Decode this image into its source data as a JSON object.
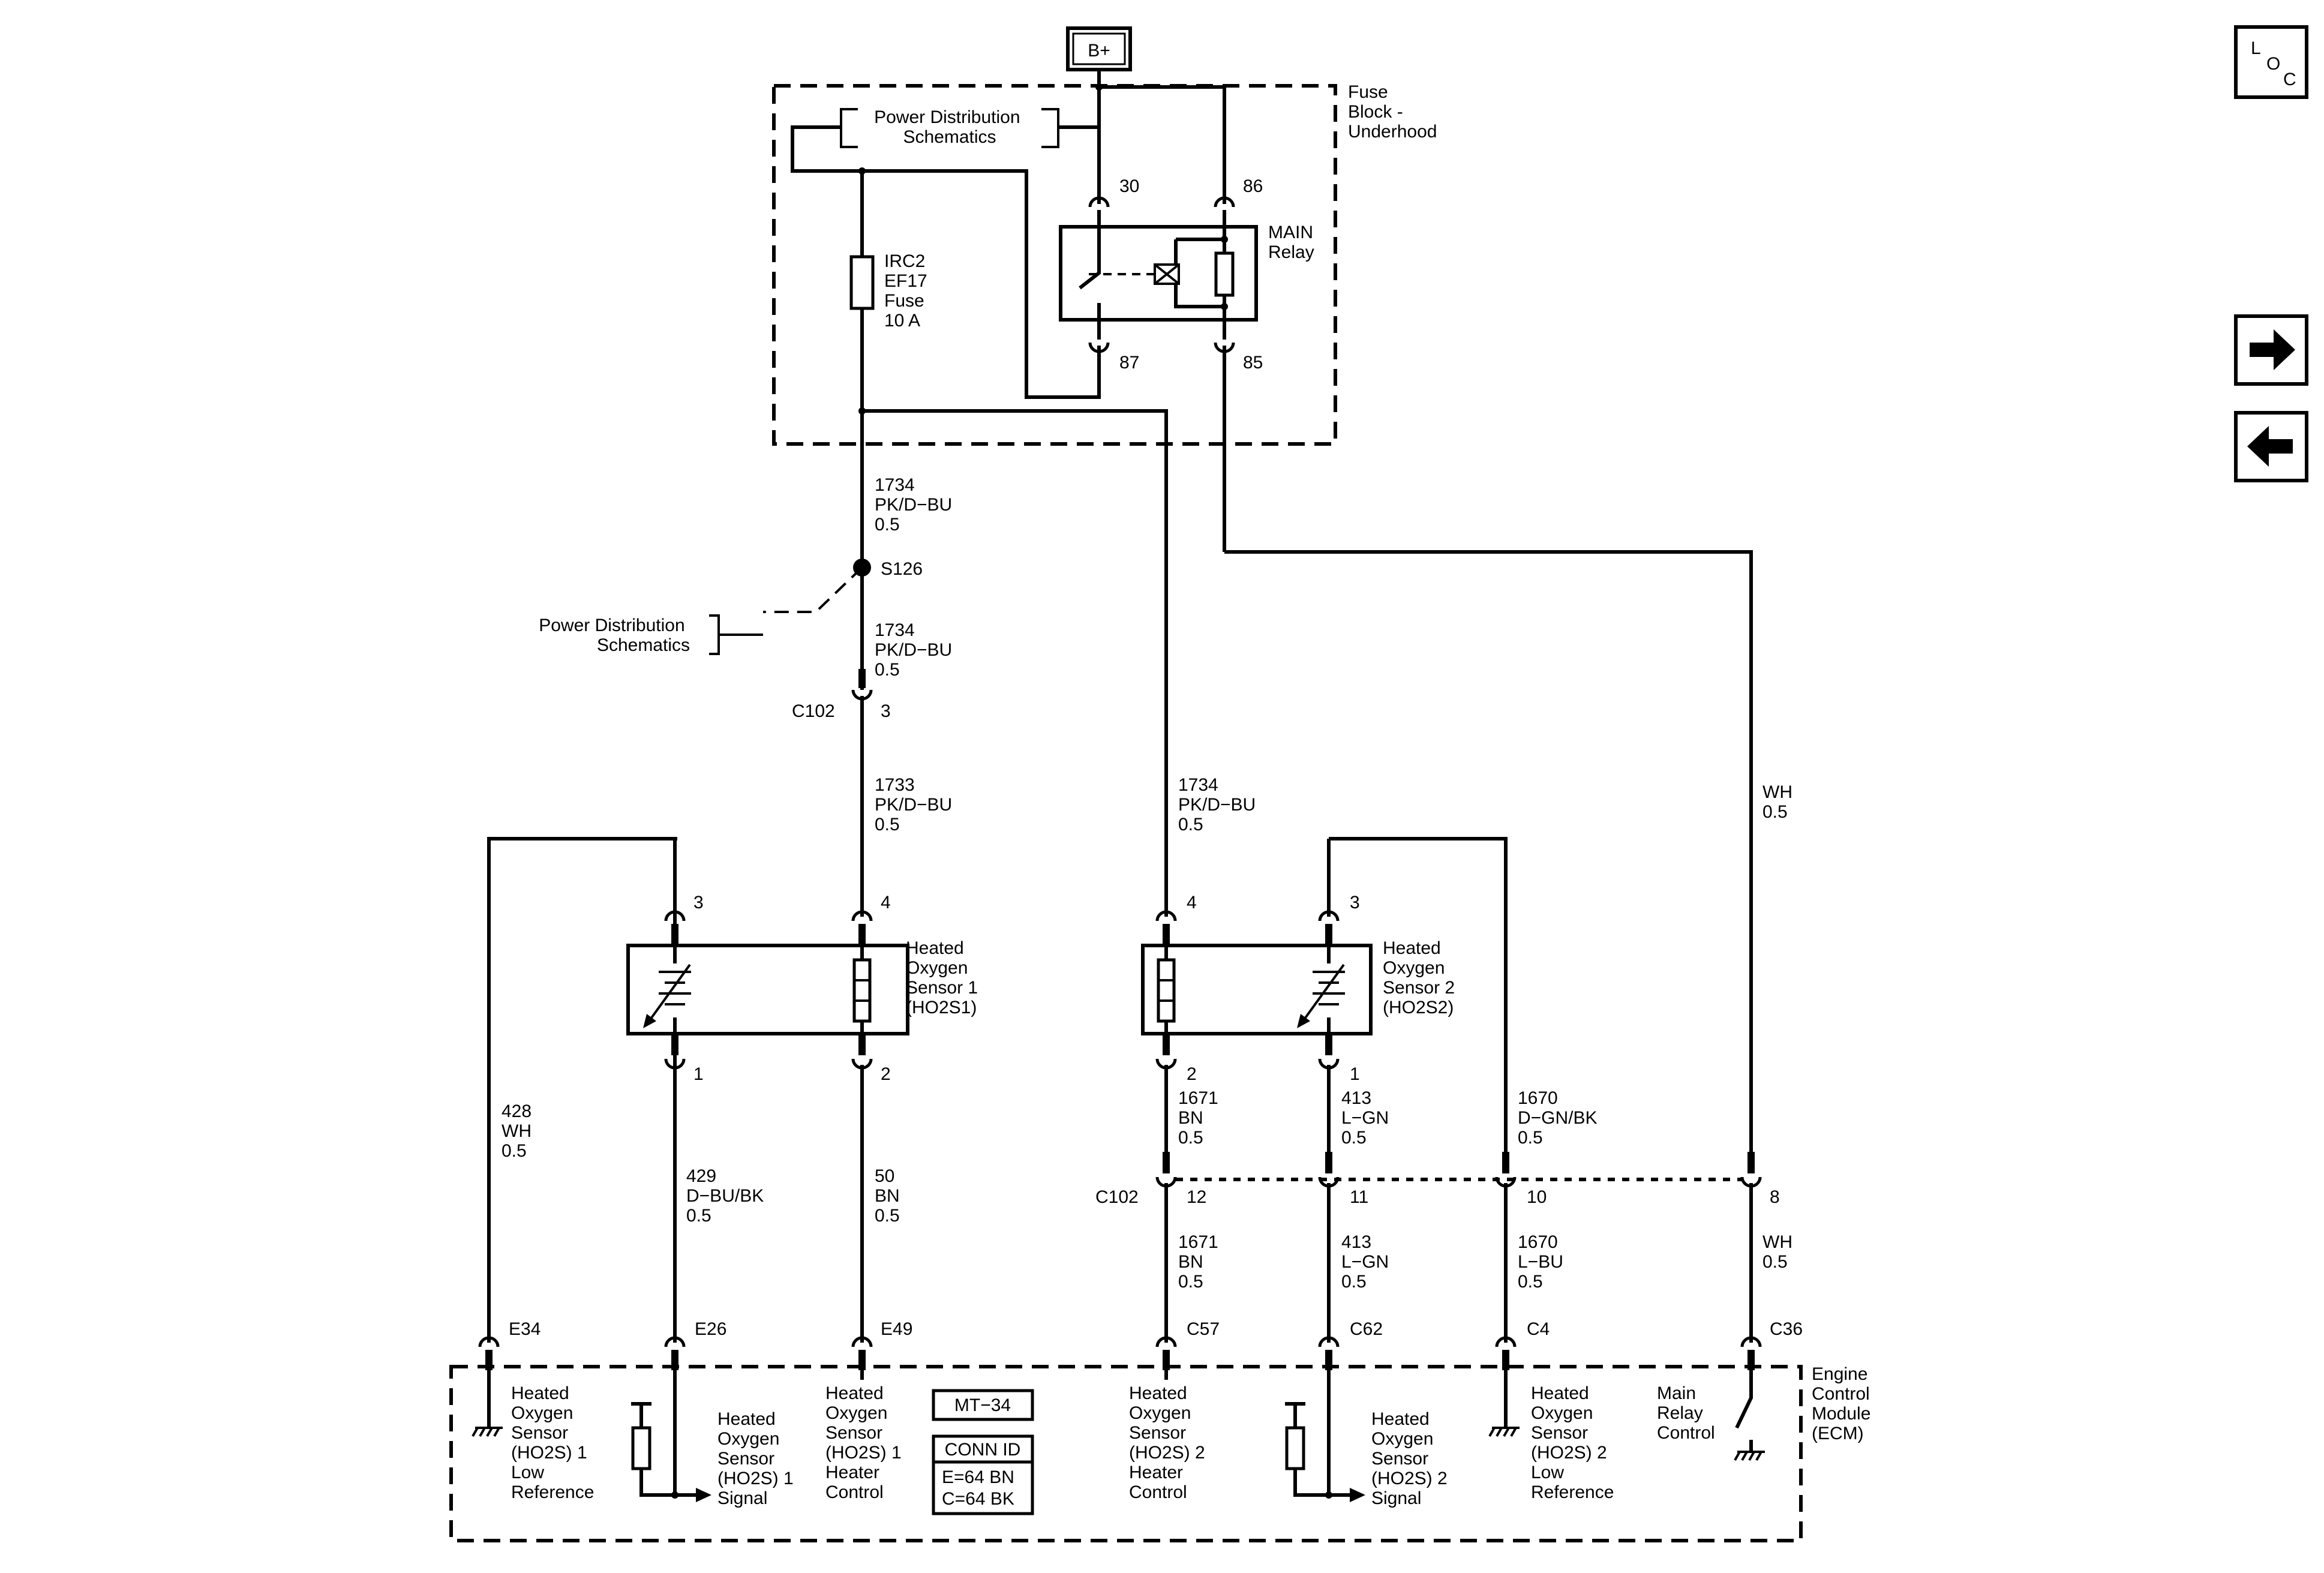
{
  "diagram": {
    "battery_label": "B+",
    "fuse_block_label": [
      "Fuse",
      "Block -",
      "Underhood"
    ],
    "power_dist_label": [
      "Power Distribution",
      "Schematics"
    ],
    "fuse_label": [
      "IRC2",
      "EF17",
      "Fuse",
      "10 A"
    ],
    "relay_label": [
      "MAIN",
      "Relay"
    ],
    "relay_pins": {
      "p30": "30",
      "p86": "86",
      "p87": "87",
      "p85": "85"
    },
    "splice_label": "S126",
    "wires": {
      "w1734a": [
        "1734",
        "PK/D−BU",
        "0.5"
      ],
      "w1734b": [
        "1734",
        "PK/D−BU",
        "0.5"
      ],
      "w1733": [
        "1733",
        "PK/D−BU",
        "0.5"
      ],
      "w1734c": [
        "1734",
        "PK/D−BU",
        "0.5"
      ],
      "wh_top": [
        "WH",
        "0.5"
      ],
      "w428": [
        "428",
        "WH",
        "0.5"
      ],
      "w429": [
        "429",
        "D−BU/BK",
        "0.5"
      ],
      "w50": [
        "50",
        "BN",
        "0.5"
      ],
      "w1671a": [
        "1671",
        "BN",
        "0.5"
      ],
      "w413a": [
        "413",
        "L−GN",
        "0.5"
      ],
      "w1670a": [
        "1670",
        "D−GN/BK",
        "0.5"
      ],
      "w1671b": [
        "1671",
        "BN",
        "0.5"
      ],
      "w413b": [
        "413",
        "L−GN",
        "0.5"
      ],
      "w1670b": [
        "1670",
        "L−BU",
        "0.5"
      ],
      "wh_bot": [
        "WH",
        "0.5"
      ]
    },
    "c102_label": "C102",
    "c102_pins": {
      "p3": "3",
      "p12": "12",
      "p11": "11",
      "p10": "10",
      "p8": "8"
    },
    "sensor1": {
      "label": [
        "Heated",
        "Oxygen",
        "Sensor 1",
        "(HO2S1)"
      ],
      "pin3": "3",
      "pin4": "4",
      "pin1": "1",
      "pin2": "2"
    },
    "sensor2": {
      "label": [
        "Heated",
        "Oxygen",
        "Sensor 2",
        "(HO2S2)"
      ],
      "pin4": "4",
      "pin3": "3",
      "pin2": "2",
      "pin1": "1"
    },
    "ecm_pins": {
      "e34": "E34",
      "e26": "E26",
      "e49": "E49",
      "c57": "C57",
      "c62": "C62",
      "c4": "C4",
      "c36": "C36"
    },
    "ecm_label": [
      "Engine",
      "Control",
      "Module",
      "(ECM)"
    ],
    "ecm_functions": {
      "low_ref_1": [
        "Heated",
        "Oxygen",
        "Sensor",
        "(HO2S) 1",
        "Low",
        "Reference"
      ],
      "signal_1": [
        "Heated",
        "Oxygen",
        "Sensor",
        "(HO2S) 1",
        "Signal"
      ],
      "heater_1": [
        "Heated",
        "Oxygen",
        "Sensor",
        "(HO2S) 1",
        "Heater",
        "Control"
      ],
      "heater_2": [
        "Heated",
        "Oxygen",
        "Sensor",
        "(HO2S) 2",
        "Heater",
        "Control"
      ],
      "signal_2": [
        "Heated",
        "Oxygen",
        "Sensor",
        "(HO2S) 2",
        "Signal"
      ],
      "low_ref_2": [
        "Heated",
        "Oxygen",
        "Sensor",
        "(HO2S) 2",
        "Low",
        "Reference"
      ],
      "main_relay": [
        "Main",
        "Relay",
        "Control"
      ]
    },
    "mt_label": "MT−34",
    "conn_id": {
      "title": "CONN ID",
      "lines": [
        "E=64 BN",
        "C=64 BK"
      ]
    },
    "loc_icon": {
      "l": "L",
      "o": "O",
      "c": "C"
    },
    "nav": {
      "forward": "arrow-right-icon",
      "back": "arrow-left-icon"
    }
  }
}
